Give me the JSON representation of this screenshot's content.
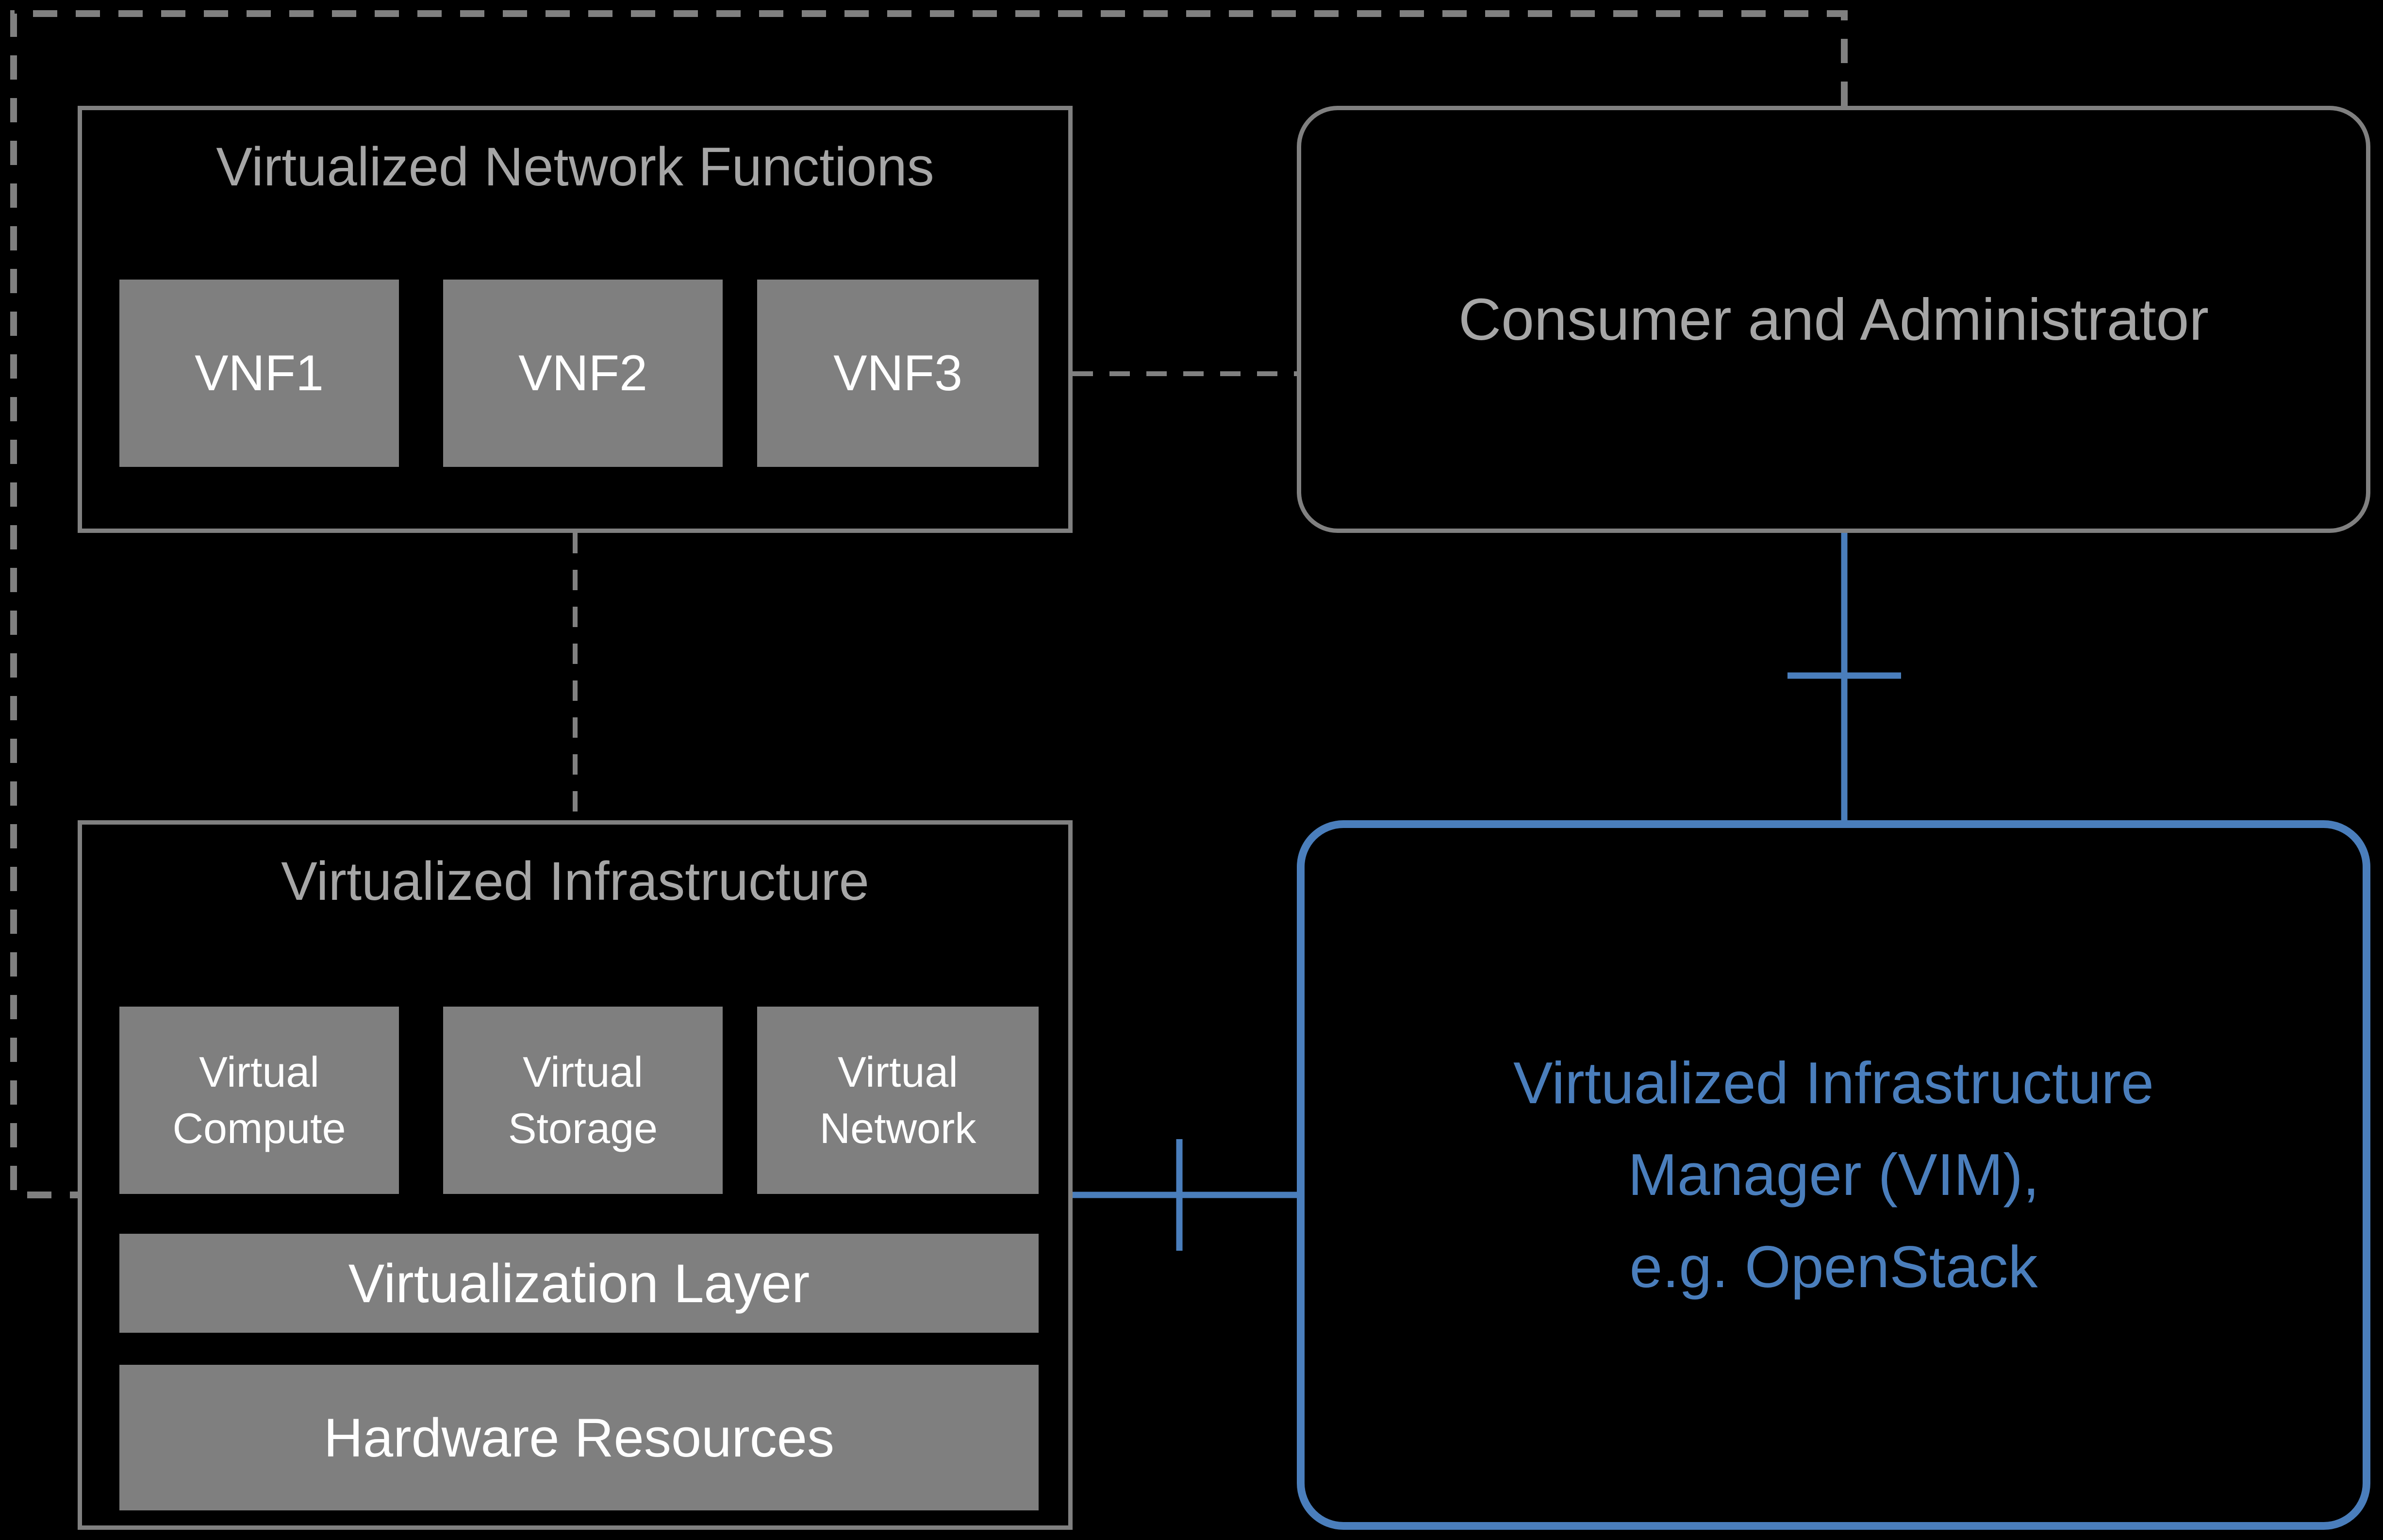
{
  "colors": {
    "background": "#000000",
    "border_gray": "#808080",
    "label_gray": "#a6a6a6",
    "box_gray": "#7f7f7f",
    "box_text": "#ffffff",
    "blue": "#4a7ebc"
  },
  "vnf_group": {
    "title": "Virtualized Network Functions",
    "items": [
      {
        "label": "VNF1"
      },
      {
        "label": "VNF2"
      },
      {
        "label": "VNF3"
      }
    ]
  },
  "consumer": {
    "label": "Consumer and Administrator"
  },
  "infrastructure_group": {
    "title": "Virtualized Infrastructure",
    "items": [
      {
        "line1": "Virtual",
        "line2": "Compute"
      },
      {
        "line1": "Virtual",
        "line2": "Storage"
      },
      {
        "line1": "Virtual",
        "line2": "Network"
      }
    ],
    "layers": [
      {
        "label": "Virtualization Layer"
      },
      {
        "label": "Hardware Resources"
      }
    ]
  },
  "vim": {
    "line1": "Virtualized Infrastructure",
    "line2": "Manager (VIM),",
    "line3": "e.g. OpenStack"
  }
}
